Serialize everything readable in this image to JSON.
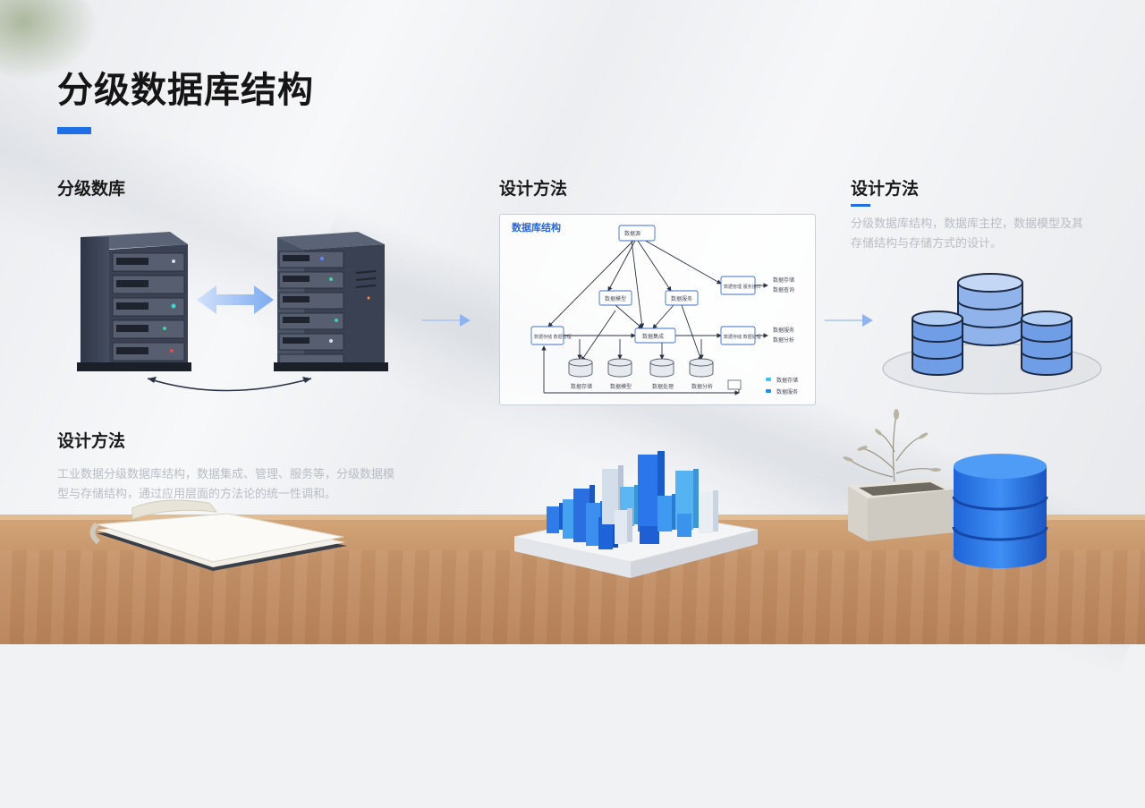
{
  "slide": {
    "title": "分级数据库结构",
    "accent_color": "#1f6fe6"
  },
  "sections": {
    "left": {
      "heading": "分级数库"
    },
    "middle": {
      "heading": "设计方法",
      "diagram_title": "数据库结构"
    },
    "right": {
      "heading": "设计方法",
      "description": "分级数据库结构，数据库主控，数据模型及其存储结构与存储方式的设计。"
    },
    "bottom_left": {
      "heading": "设计方法",
      "description": "工业数据分级数据库结构，数据集成、管理、服务等，分级数据模型与存储结构，通过应用层面的方法论的统一性调和。"
    }
  },
  "diagram": {
    "nodes": {
      "top": "数据源",
      "mid_left": "数据模型",
      "mid_right": "数据服务",
      "side_top": "数据管理 服务接口",
      "side_top_note_1": "数据存储",
      "side_top_note_2": "数据查询",
      "left": "数据存储 数据管理",
      "center": "数据集成",
      "side_bottom": "数据存储 数据处理",
      "side_bottom_note_1": "数据服务",
      "side_bottom_note_2": "数据分析",
      "db1": "数据存储",
      "db2": "数据模型",
      "db3": "数据处理",
      "db4": "数据分析"
    },
    "legend": [
      "数据存储",
      "数据服务"
    ]
  },
  "icons": {
    "servers": "server-rack-icon",
    "sync_arrow": "double-arrow-icon",
    "flow_arrow": "arrow-right-icon",
    "database_stack": "database-cluster-icon",
    "bar_chart": "3d-bar-chart-icon",
    "book": "open-book-icon",
    "plant": "potted-plant-icon",
    "database": "database-icon"
  }
}
